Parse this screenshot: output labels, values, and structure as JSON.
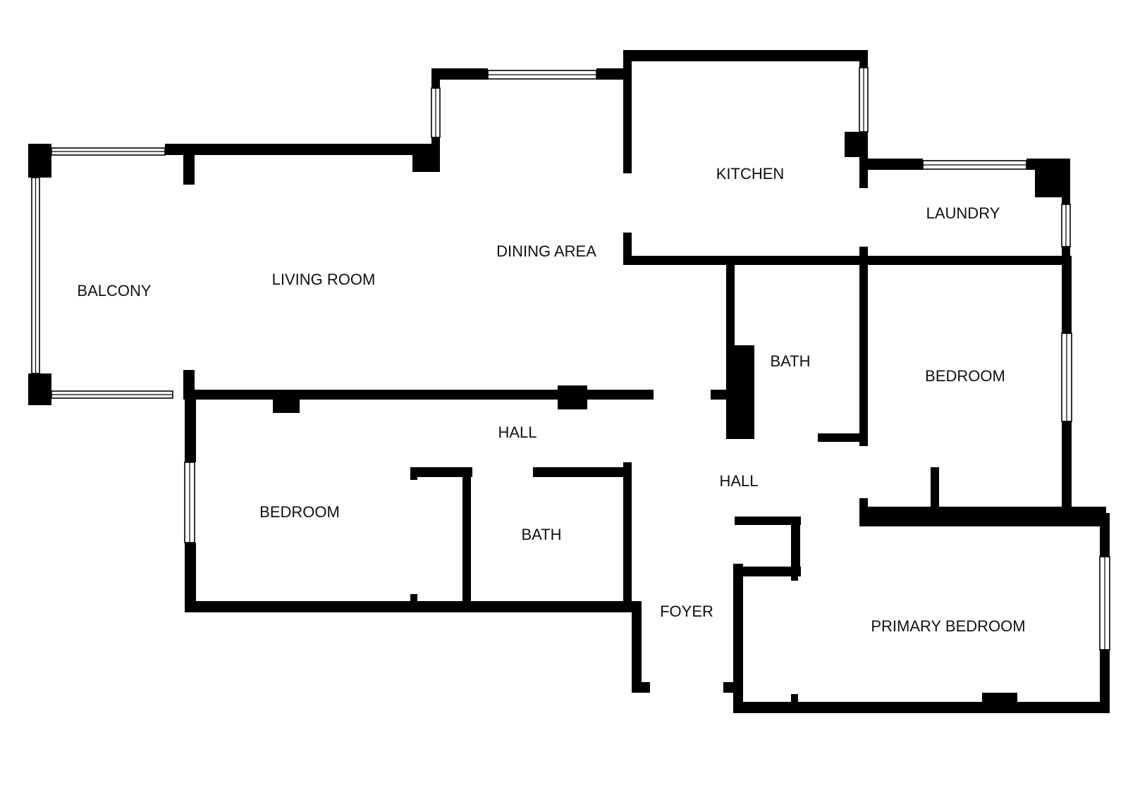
{
  "colors": {
    "wall": "#000000",
    "background": "#ffffff",
    "label": "#111111"
  },
  "rooms": {
    "balcony": "BALCONY",
    "living_room": "LIVING ROOM",
    "dining_area": "DINING AREA",
    "kitchen": "KITCHEN",
    "laundry": "LAUNDRY",
    "bath_upper": "BATH",
    "bedroom_right": "BEDROOM",
    "hall_upper": "HALL",
    "hall_center": "HALL",
    "bedroom_left": "BEDROOM",
    "bath_lower": "BATH",
    "foyer": "FOYER",
    "primary_bedroom": "PRIMARY BEDROOM"
  }
}
